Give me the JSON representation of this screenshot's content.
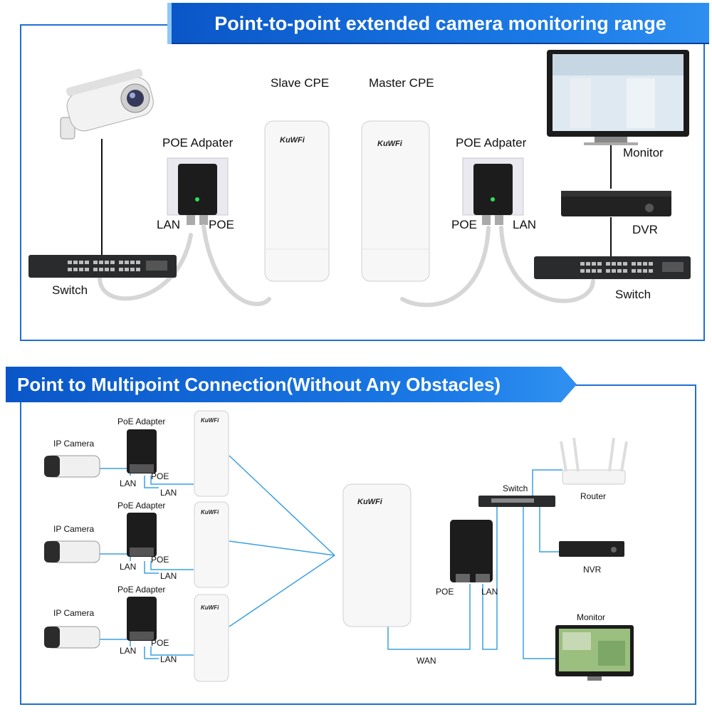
{
  "top_panel": {
    "title": "Point-to-point extended camera monitoring range",
    "labels": {
      "slave_cpe": "Slave CPE",
      "master_cpe": "Master CPE",
      "poe_adapter_left": "POE Adpater",
      "poe_adapter_right": "POE Adpater",
      "lan_left": "LAN",
      "poe_left": "POE",
      "poe_right": "POE",
      "lan_right": "LAN",
      "switch_left": "Switch",
      "switch_right": "Switch",
      "monitor": "Monitor",
      "dvr": "DVR"
    },
    "brand": "KuWFi"
  },
  "bottom_panel": {
    "title": "Point to Multipoint Connection(Without Any Obstacles)",
    "groups": [
      {
        "camera": "IP Camera",
        "adapter": "PoE Adapter",
        "lan": "LAN",
        "poe": "POE",
        "lan2": "LAN"
      },
      {
        "camera": "IP Camera",
        "adapter": "PoE Adapter",
        "lan": "LAN",
        "poe": "POE",
        "lan2": "LAN"
      },
      {
        "camera": "IP Camera",
        "adapter": "PoE Adapter",
        "lan": "LAN",
        "poe": "POE",
        "lan2": "LAN"
      }
    ],
    "labels": {
      "switch": "Switch",
      "router": "Router",
      "nvr": "NVR",
      "monitor": "Monitor",
      "poe": "POE",
      "lan": "LAN",
      "wan": "WAN"
    },
    "brand": "KuWFi"
  },
  "colors": {
    "accent": "#1f6fd0",
    "link_line": "#3aa0e0",
    "cable": "#d6d6d6"
  }
}
